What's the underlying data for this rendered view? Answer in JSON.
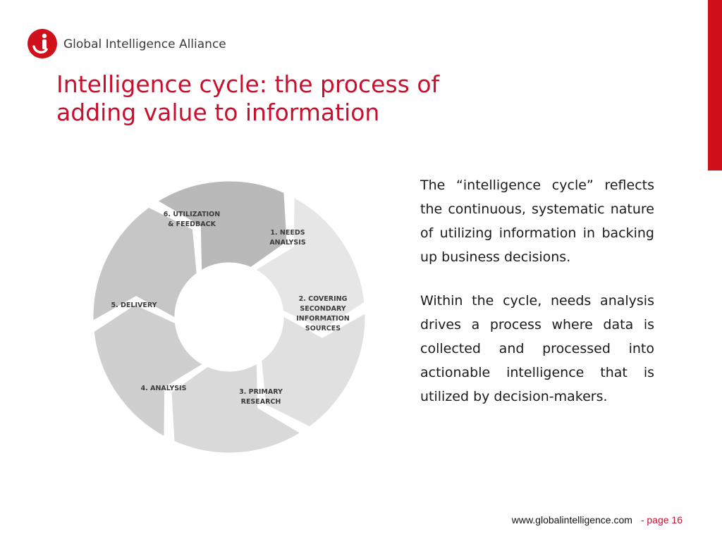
{
  "brand": {
    "name": "Global Intelligence Alliance",
    "accent_color": "#c8102e",
    "logo_icon": "gi-logo-icon"
  },
  "slide": {
    "title_line1": "Intelligence cycle: the process of",
    "title_line2": "adding value to information"
  },
  "cycle": {
    "steps": [
      {
        "lines": [
          "1. NEEDS",
          "ANALYSIS"
        ]
      },
      {
        "lines": [
          "2. COVERING",
          "SECONDARY",
          "INFORMATION",
          "SOURCES"
        ]
      },
      {
        "lines": [
          "3. PRIMARY",
          "RESEARCH"
        ]
      },
      {
        "lines": [
          "4. ANALYSIS"
        ]
      },
      {
        "lines": [
          "5. DELIVERY"
        ]
      },
      {
        "lines": [
          "6. UTILIZATION",
          "& FEEDBACK"
        ]
      }
    ]
  },
  "body": {
    "paragraph1": "The “intelligence cycle” reflects the continuous, systematic nature of utilizing information in backing up business decisions.",
    "paragraph2": "Within the cycle, needs analysis drives a process where data is collected and processed into actionable intelligence that is utilized by decision-makers."
  },
  "footer": {
    "url": "www.globalintelligence.com",
    "page": "- page 16"
  }
}
